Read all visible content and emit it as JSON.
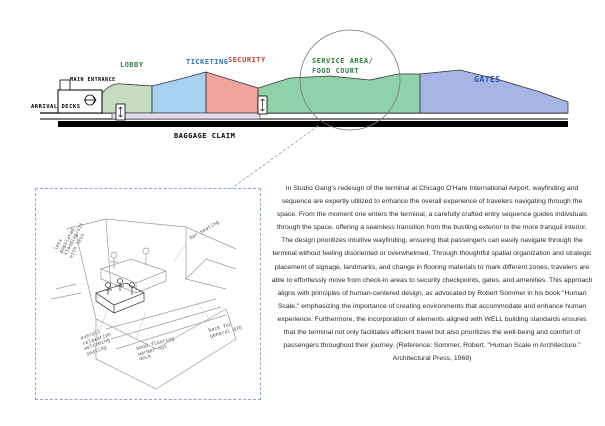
{
  "section_diagram": {
    "zones": [
      {
        "label": "ARRIVAL DECKS",
        "color": "#000000"
      },
      {
        "label": "MAIN ENTRANCE",
        "color": "#000000"
      },
      {
        "label": "LOBBY",
        "color": "#2f7d43"
      },
      {
        "label": "TICKETING",
        "color": "#2a6fb5"
      },
      {
        "label": "SECURITY",
        "color": "#d13a32"
      },
      {
        "label": "SERVICE AREA/ FOOD COURT",
        "color": "#2f7d43"
      },
      {
        "label": "GATES",
        "color": "#2a4fb0"
      },
      {
        "label": "BAGGAGE CLAIM",
        "color": "#000000"
      }
    ],
    "fills": {
      "lobby": "#c5dcc0",
      "ticketing": "#a9d1f2",
      "security": "#f0a39b",
      "service": "#8fd1a8",
      "gates": "#a7b4e6",
      "baggage": "#e3d9ec"
    }
  },
  "sketch": {
    "notes": [
      "less populated standing/sit with less",
      "bar seating",
      "overall relaxation welcoming seating",
      "wood flooring warmer not deck",
      "back for general ATO"
    ]
  },
  "paragraph": "In Studio Gang's redesign of the terminal at Chicago O'Hare International Airport, wayfinding and sequence are expertly utilized to enhance the overall experience of travelers navigating through the space. From the moment one enters the terminal, a carefully crafted entry sequence guides individuals through the space, offering a seamless transition from the bustling exterior to the more tranquil interior. The design prioritizes intuitive wayfinding, ensuring that passengers can easily navigate through the terminal without feeling disoriented or overwhelmed. Through thoughtful spatial organization and strategic placement of signage, landmarks, and change in flooring materials to mark different zones, travelers are able to effortlessly move from check-in areas to security checkpoints, gates, and amenities. This approach aligns with principles of human-centered design, as advocated by Robert Sommer in his book \"Human Scale,\" emphasizing the importance of creating environments that accommodate and enhance human experience. Furthermore, the incorporation of elements aligned with WELL building standards ensures that the terminal not only facilitates efficient travel but also prioritizes the well-being and comfort of passengers throughout their journey. (Reference: Sommer, Robert. \"Human Scale in Architecture.\" Architectural Press, 1969)"
}
